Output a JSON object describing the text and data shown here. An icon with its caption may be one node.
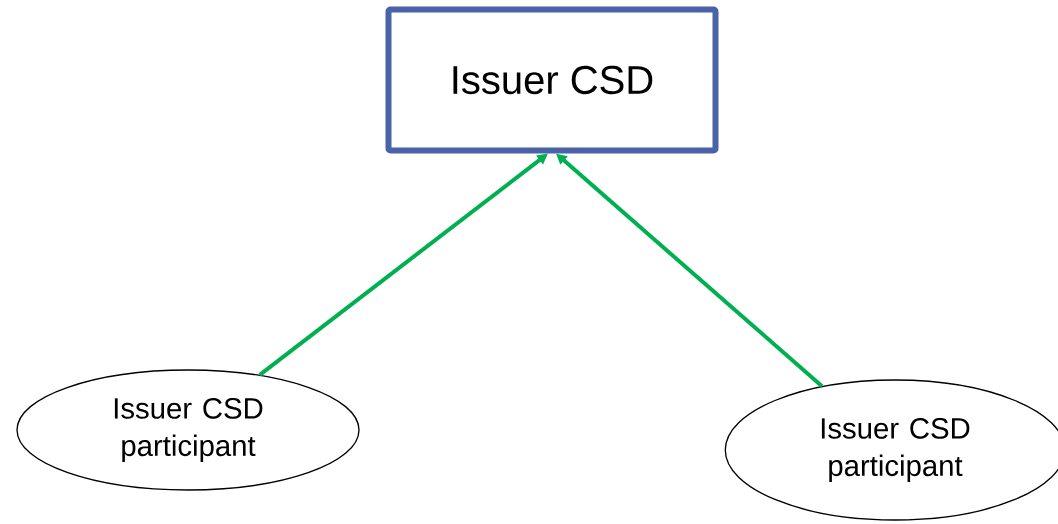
{
  "diagram": {
    "nodes": [
      {
        "text": [
          "Issuer CSD"
        ]
      },
      {
        "text": [
          "Issuer CSD participant"
        ]
      },
      {
        "text": [
          "Issuer CSD participant"
        ]
      }
    ],
    "edges": [
      {
        "from": 1,
        "to": 0,
        "arrow": "to"
      },
      {
        "from": 2,
        "to": 0,
        "arrow": "to"
      }
    ]
  }
}
